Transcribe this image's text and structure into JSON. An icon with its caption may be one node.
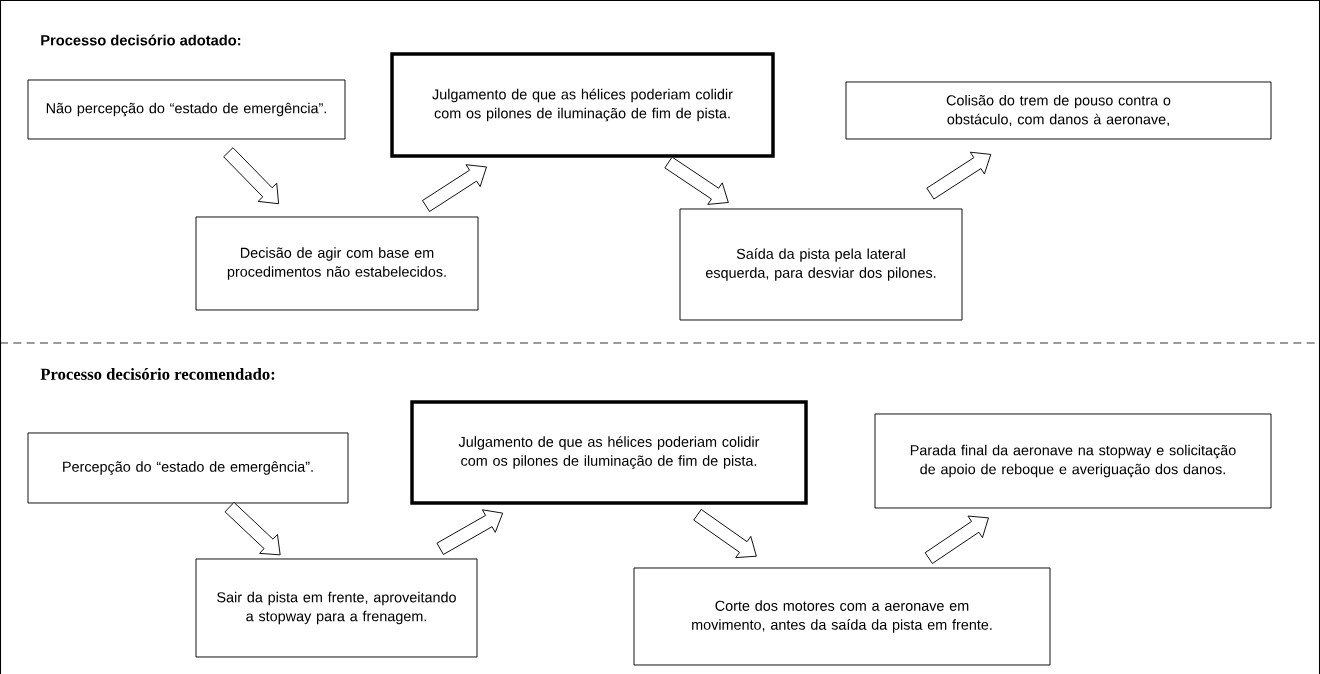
{
  "diagram": {
    "nodes": [
      {
        "text": [
          "Não percepção do “estado de emergência”."
        ]
      },
      {
        "text": [
          "Decisão de agir com base em procedimentos não estabelecidos."
        ]
      },
      {
        "text": [
          "Julgamento de que as hélices poderiam colidir com os pilones de iluminação de fim de pista."
        ]
      },
      {
        "text": [
          "Saída da pista pela lateral esquerda, para desviar dos pilones."
        ]
      },
      {
        "text": [
          "Colisão do trem de pouso contra o obstáculo, com danos à aeronave,"
        ]
      },
      {
        "text": [
          "Percepção do “estado de emergência”."
        ]
      },
      {
        "text": [
          "Sair da pista em frente, aproveitando a stopway para a frenagem."
        ]
      },
      {
        "text": [
          "Julgamento de que as hélices poderiam colidir com os pilones de iluminação de fim de pista."
        ]
      },
      {
        "text": [
          "Corte dos motores com a aeronave em movimento, antes da saída da pista em frente."
        ]
      },
      {
        "text": [
          "Parada final da aeronave na stopway e solicitação de apoio de reboque e averiguação dos danos."
        ]
      }
    ],
    "edges": [
      {
        "from": 0,
        "to": 1,
        "arrow": "to"
      },
      {
        "from": 1,
        "to": 2,
        "arrow": "to"
      },
      {
        "from": 2,
        "to": 3,
        "arrow": "to"
      },
      {
        "from": 3,
        "to": 4,
        "arrow": "to"
      },
      {
        "from": 5,
        "to": 6,
        "arrow": "to"
      },
      {
        "from": 6,
        "to": 7,
        "arrow": "to"
      },
      {
        "from": 7,
        "to": 8,
        "arrow": "to"
      },
      {
        "from": 8,
        "to": 9,
        "arrow": "to"
      }
    ],
    "labels": [
      "Processo decisório adotado:",
      "Processo decisório recomendado:"
    ]
  }
}
